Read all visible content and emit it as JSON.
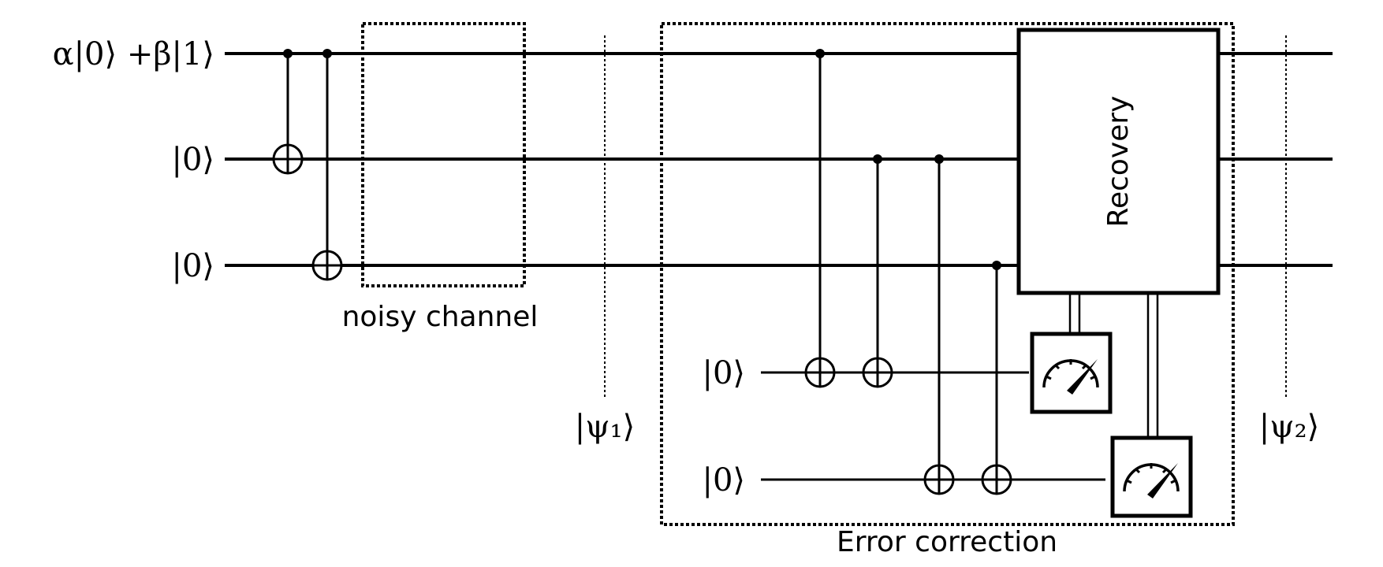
{
  "labels": {
    "input_state": "α|0⟩ +β|1⟩",
    "ket0_q1": "|0⟩",
    "ket0_q2": "|0⟩",
    "ancilla1": "|0⟩",
    "ancilla2": "|0⟩",
    "noisy_channel": "noisy channel",
    "psi1": "|ψ₁⟩",
    "psi2": "|ψ₂⟩",
    "recovery": "Recovery",
    "error_correction": "Error correction"
  },
  "icons": {
    "meter": "meter-icon",
    "cnot_target": "cnot-target-icon",
    "control_dot": "control-dot-icon"
  }
}
